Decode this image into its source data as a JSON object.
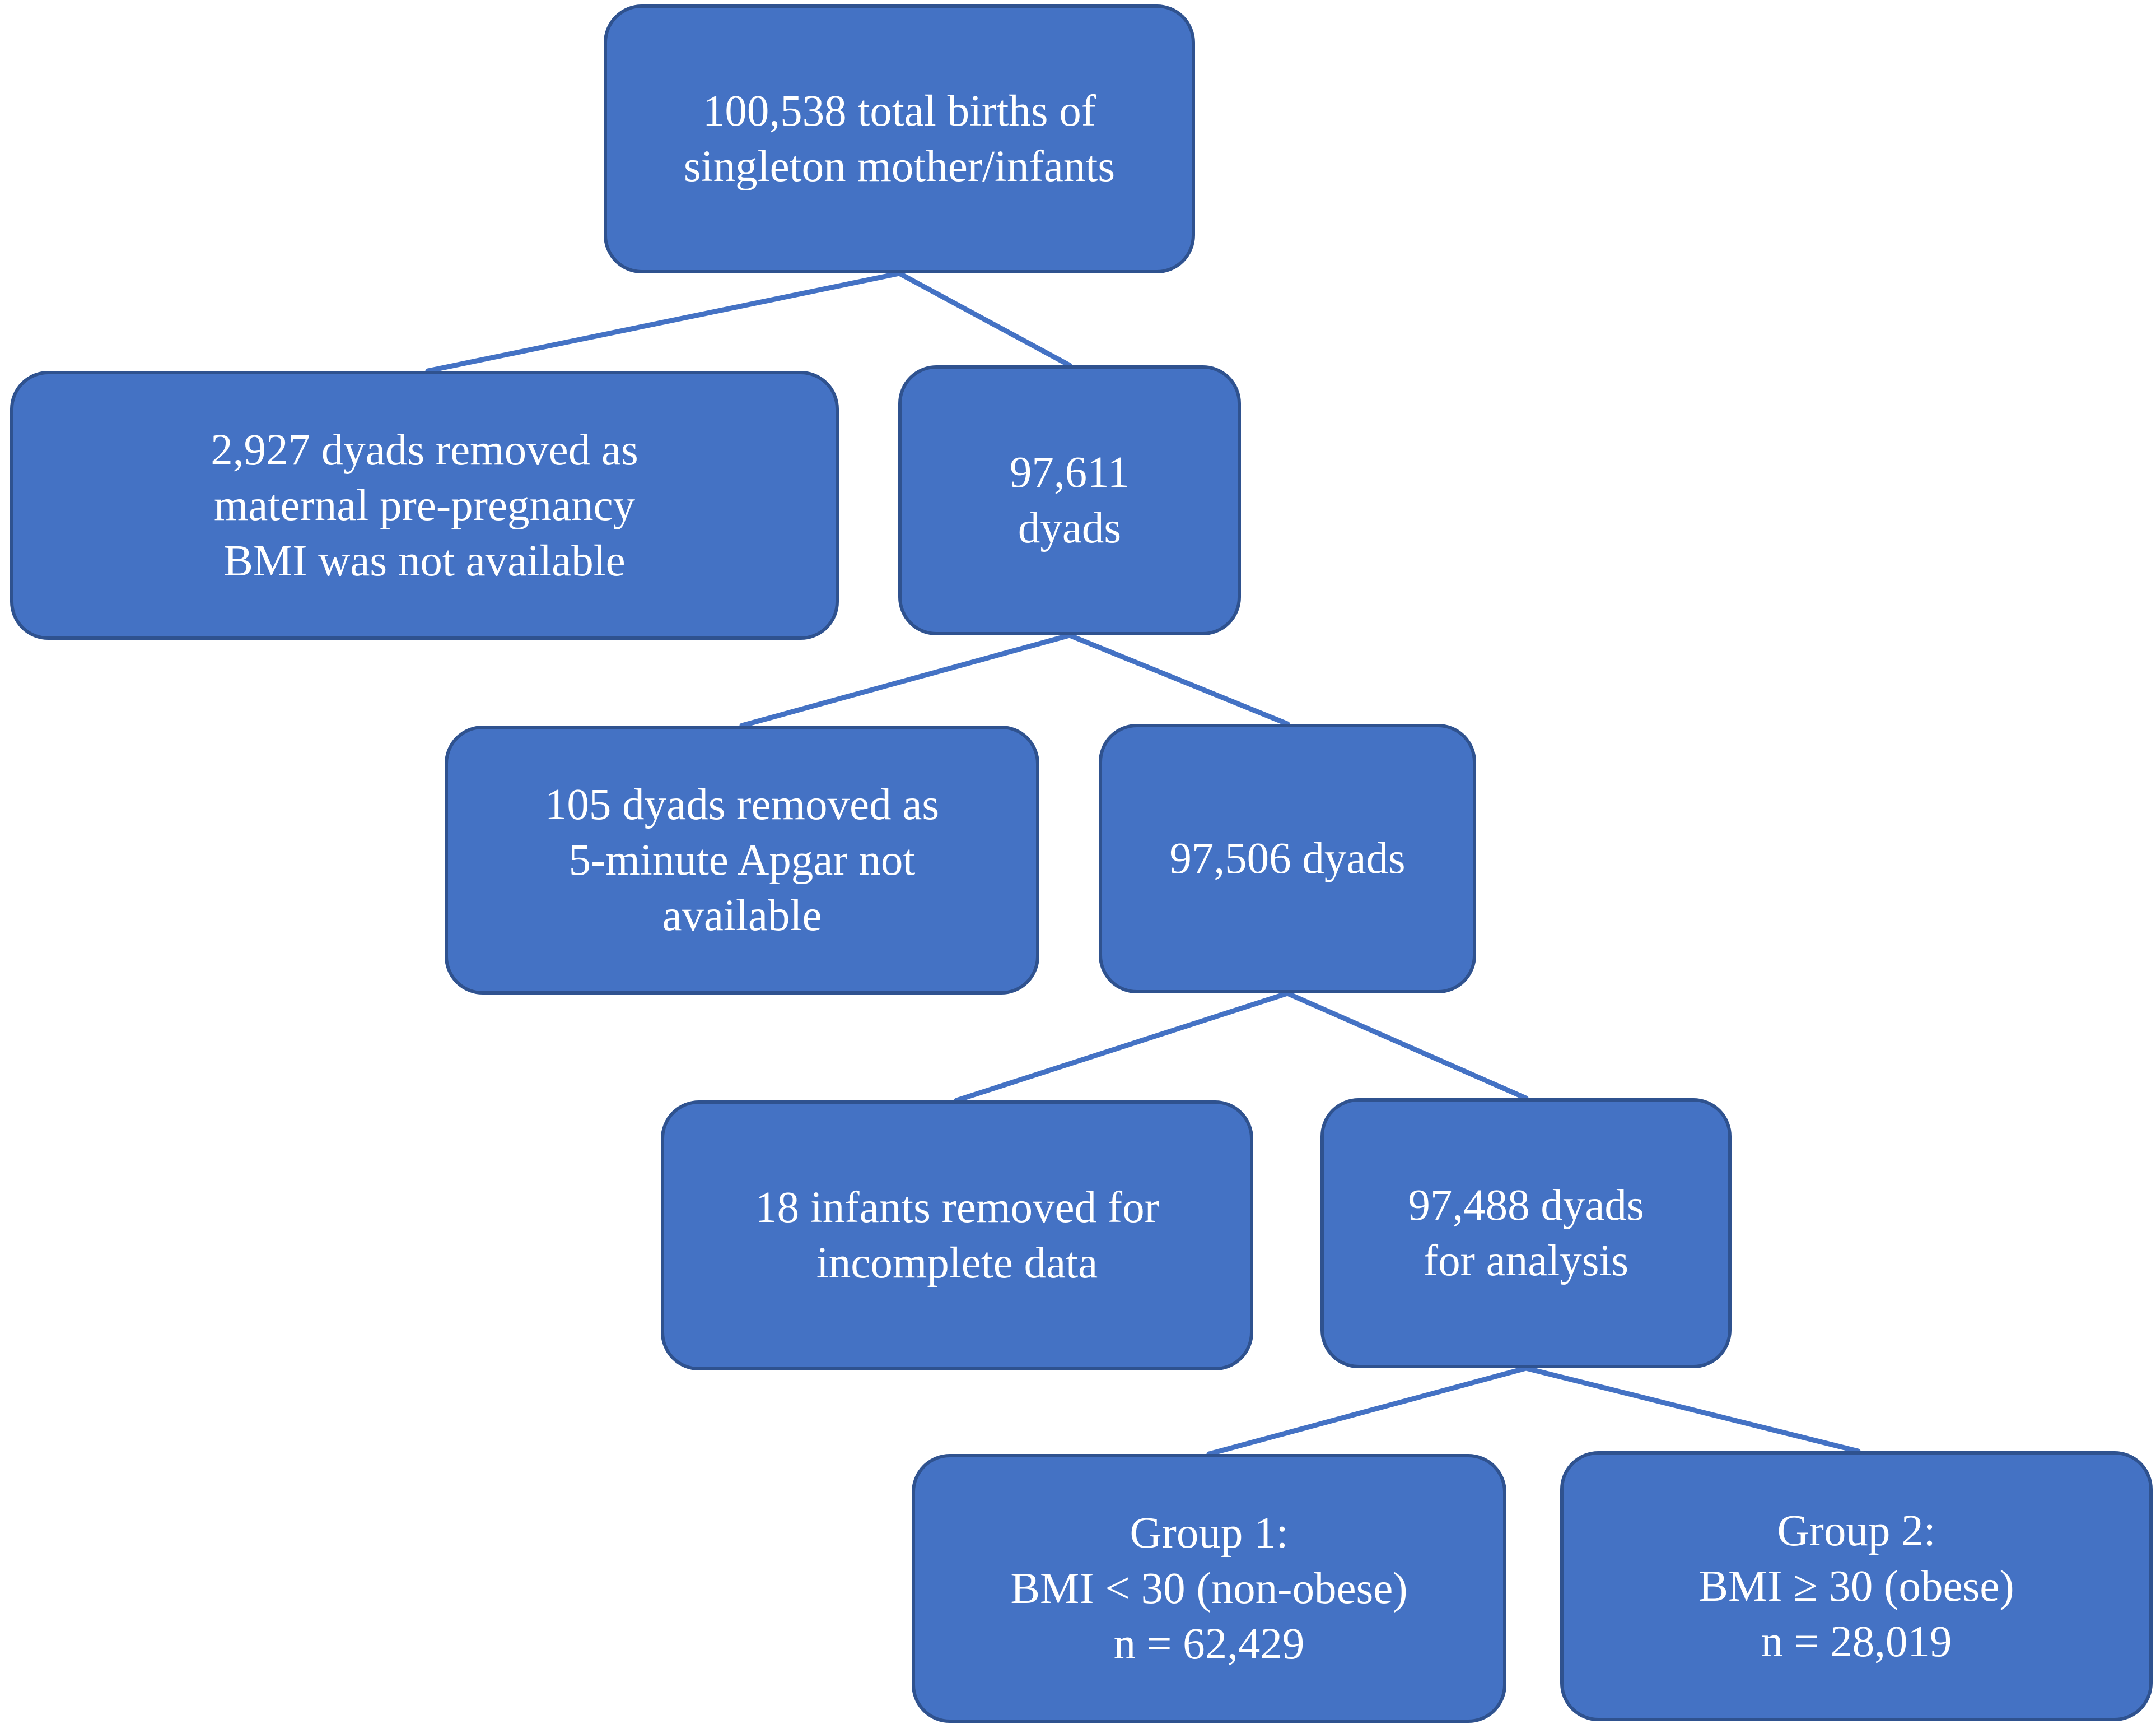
{
  "colors": {
    "box_fill": "#4472c4",
    "box_border": "#2f528f",
    "connector": "#4472c4",
    "text": "#ffffff",
    "background": "#ffffff"
  },
  "nodes": {
    "total_births": {
      "lines": [
        "100,538 total births of",
        "singleton mother/infants"
      ]
    },
    "removed_bmi": {
      "lines": [
        "2,927 dyads removed as",
        "maternal pre-pregnancy",
        "BMI was not available"
      ]
    },
    "dyads_97611": {
      "lines": [
        "97,611",
        "dyads"
      ]
    },
    "removed_apgar": {
      "lines": [
        "105 dyads removed as",
        "5-minute Apgar not",
        "available"
      ]
    },
    "dyads_97506": {
      "lines": [
        "97,506 dyads"
      ]
    },
    "removed_incomplete": {
      "lines": [
        "18 infants removed for",
        "incomplete data"
      ]
    },
    "dyads_analysis": {
      "lines": [
        "97,488 dyads",
        "for analysis"
      ]
    },
    "group1": {
      "lines": [
        "Group 1:",
        "BMI < 30 (non-obese)",
        "n = 62,429"
      ]
    },
    "group2": {
      "lines": [
        "Group 2:",
        "BMI ≥ 30 (obese)",
        "n = 28,019"
      ]
    }
  }
}
